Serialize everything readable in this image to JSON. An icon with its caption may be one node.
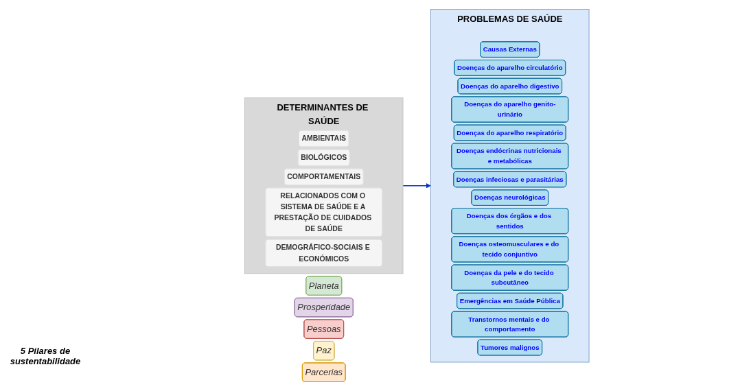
{
  "diagram": {
    "nodes": [
      {
        "text": [
          "PROBLEMAS DE SAÚDE"
        ]
      },
      {
        "text": [
          "Causas Externas"
        ],
        "in": 0
      },
      {
        "text": [
          "Doenças do aparelho circulatório"
        ],
        "in": 0
      },
      {
        "text": [
          "Doenças do aparelho digestivo"
        ],
        "in": 0
      },
      {
        "text": [
          "Doenças do aparelho genito-urinário"
        ],
        "in": 0
      },
      {
        "text": [
          "Doenças do aparelho respiratório"
        ],
        "in": 0
      },
      {
        "text": [
          "Doenças endócrinas nutricionais e metabólicas"
        ],
        "in": 0
      },
      {
        "text": [
          "Doenças infeciosas e parasitárias"
        ],
        "in": 0
      },
      {
        "text": [
          "Doenças neurológicas"
        ],
        "in": 0
      },
      {
        "text": [
          "Doenças dos órgãos e dos sentidos"
        ],
        "in": 0
      },
      {
        "text": [
          "Doenças osteomusculares e do tecido conjuntivo"
        ],
        "in": 0
      },
      {
        "text": [
          "Doenças da pele e do tecido subcutâneo"
        ],
        "in": 0
      },
      {
        "text": [
          "Emergências em Saúde Pública"
        ],
        "in": 0
      },
      {
        "text": [
          "Transtornos mentais e do comportamento"
        ],
        "in": 0
      },
      {
        "text": [
          "Tumores malignos"
        ],
        "in": 0
      },
      {
        "text": [
          "DETERMINANTES DE SAÚDE"
        ]
      },
      {
        "text": [
          "AMBIENTAIS"
        ],
        "in": 15
      },
      {
        "text": [
          "BIOLÓGICOS"
        ],
        "in": 15
      },
      {
        "text": [
          "COMPORTAMENTAIS"
        ],
        "in": 15
      },
      {
        "text": [
          "RELACIONADOS COM O SISTEMA DE SAÚDE E A PRESTAÇÃO DE CUIDADOS DE SAÚDE"
        ],
        "in": 15
      },
      {
        "text": [
          "DEMOGRÁFICO-SOCIAIS E ECONÓMICOS"
        ],
        "in": 15
      },
      {
        "text": [
          "Planeta"
        ]
      },
      {
        "text": [
          "Prosperidade"
        ]
      },
      {
        "text": [
          "Pessoas"
        ]
      },
      {
        "text": [
          "Paz"
        ]
      },
      {
        "text": [
          "Parcerias"
        ]
      }
    ],
    "edges": [
      {
        "from": 15,
        "to": 0,
        "arrow": "to",
        "color": "#0033cc"
      }
    ],
    "labels": [
      "5 Pilares de sustentabilidade"
    ]
  }
}
